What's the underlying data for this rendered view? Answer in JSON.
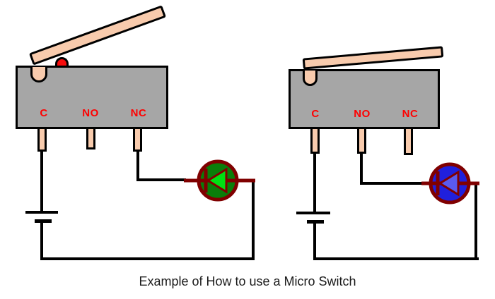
{
  "caption": "Example of How to use a Micro Switch",
  "diagram": {
    "colors": {
      "switch_body": "#A6A6A6",
      "lever": "#F8CBAD",
      "push_button": "#F70D0D",
      "terminal_label": "#FF0000",
      "wire": "#000000",
      "led_stroke": "#800000",
      "green_led_fill": "#0A7E0A",
      "green_led_triangle": "#00E013",
      "blue_led_fill": "#2020DD",
      "blue_led_triangle": "#5A5AEE"
    },
    "switch_left": {
      "name": "micro-switch-lever-released",
      "lever_state": "released",
      "button_visible": true,
      "terminals": [
        {
          "label": "C"
        },
        {
          "label": "NO"
        },
        {
          "label": "NC"
        }
      ],
      "connected_terminals": [
        "C",
        "NC"
      ],
      "led": {
        "name": "green-led",
        "fill": "#0A7E0A",
        "triangle": "#00E013",
        "stroke": "#800000"
      }
    },
    "switch_right": {
      "name": "micro-switch-lever-pressed",
      "lever_state": "pressed",
      "button_visible": false,
      "terminals": [
        {
          "label": "C"
        },
        {
          "label": "NO"
        },
        {
          "label": "NC"
        }
      ],
      "connected_terminals": [
        "C",
        "NO"
      ],
      "led": {
        "name": "blue-led",
        "fill": "#2020DD",
        "triangle": "#5A5AEE",
        "stroke": "#800000"
      }
    }
  }
}
